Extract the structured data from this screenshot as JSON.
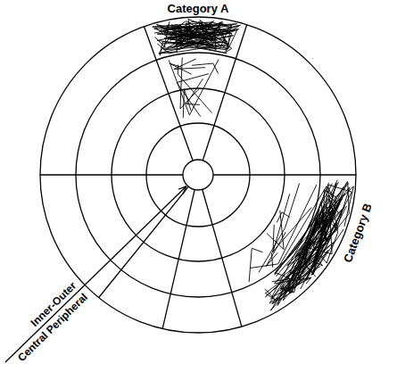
{
  "diagram": {
    "labels": [
      "Category A",
      "Category B",
      "Inner-Outer",
      "Central Peripheral"
    ]
  }
}
